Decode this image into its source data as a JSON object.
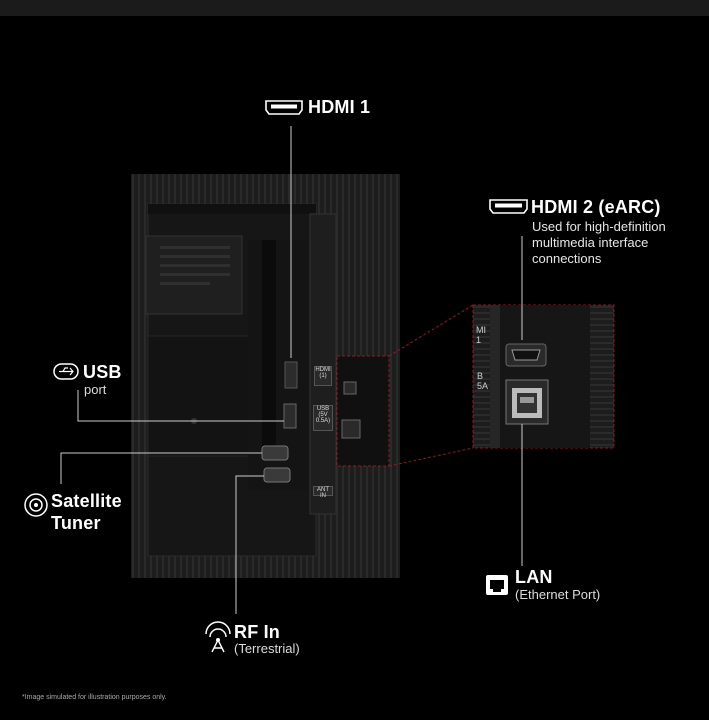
{
  "ports": {
    "hdmi1": {
      "title": "HDMI 1",
      "icon": "hdmi-icon"
    },
    "hdmi2": {
      "title": "HDMI 2  (eARC)",
      "icon": "hdmi-icon",
      "description": "Used for high-definition\nmultimedia interface\nconnections"
    },
    "usb": {
      "title": "USB",
      "subtitle": "port",
      "icon": "usb-icon"
    },
    "satellite": {
      "title_line1": "Satellite",
      "title_line2": "Tuner",
      "icon": "satellite-tuner-icon"
    },
    "rf": {
      "title": "RF In",
      "subtitle": "(Terrestrial)",
      "icon": "antenna-icon"
    },
    "lan": {
      "title": "LAN",
      "subtitle": "(Ethernet Port)",
      "icon": "ethernet-icon"
    }
  },
  "panel_labels": {
    "hdmi": "HDMI\n(1)",
    "usb": "USB\n(5V 0.5A)",
    "ant": "ANT IN",
    "zoom_hdmi": "MI\n1",
    "zoom_usb": "B\n5A"
  },
  "footnote": "*Image simulated for illustration purposes only.",
  "colors": {
    "background": "#000000",
    "panel": "#1c1c1c",
    "zoom_border": "#8b1d24",
    "text": "#ffffff"
  }
}
